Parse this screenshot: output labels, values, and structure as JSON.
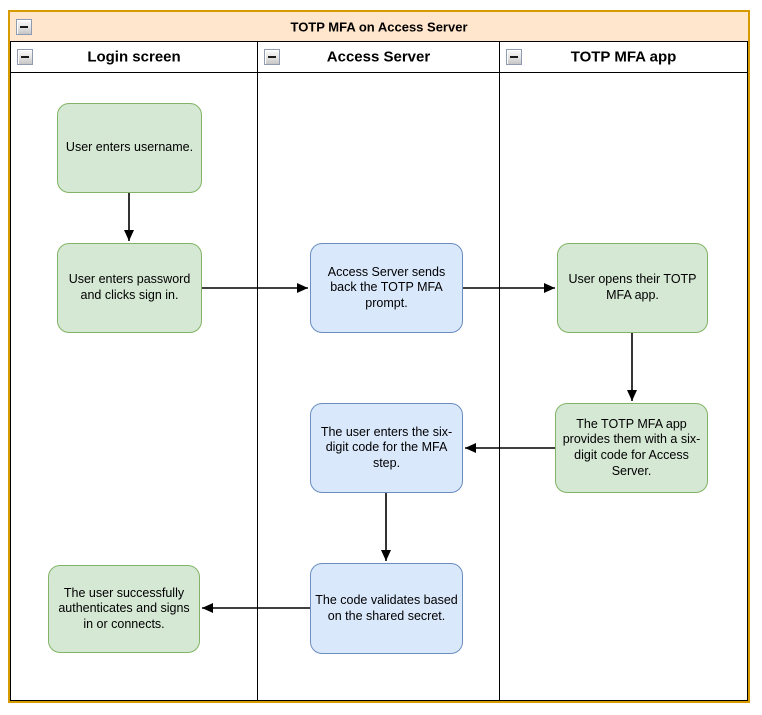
{
  "diagram": {
    "pool": {
      "title": "TOTP MFA on Access Server",
      "collapse_icon": "collapse-minus-icon",
      "title_bg": "#FFE6CC",
      "border_color": "#D79B00"
    },
    "lanes": [
      {
        "label": "Login screen",
        "collapse_icon": "collapse-minus-icon"
      },
      {
        "label": "Access Server",
        "collapse_icon": "collapse-minus-icon"
      },
      {
        "label": "TOTP MFA app",
        "collapse_icon": "collapse-minus-icon"
      }
    ],
    "nodes": [
      {
        "text": "User enters username.",
        "lane": "Login screen",
        "style": "green"
      },
      {
        "text": "User enters password and clicks sign in.",
        "lane": "Login screen",
        "style": "green"
      },
      {
        "text": "Access Server sends back the TOTP MFA prompt.",
        "lane": "Access Server",
        "style": "blue"
      },
      {
        "text": "User opens their TOTP MFA app.",
        "lane": "TOTP MFA app",
        "style": "green"
      },
      {
        "text": "The TOTP MFA app provides them with a six-digit code for Access Server.",
        "lane": "TOTP MFA app",
        "style": "green"
      },
      {
        "text": "The user enters the six-digit code for the MFA step.",
        "lane": "Access Server",
        "style": "blue"
      },
      {
        "text": "The code validates based on the shared secret.",
        "lane": "Access Server",
        "style": "blue"
      },
      {
        "text": "The user successfully authenticates and signs in or connects.",
        "lane": "Login screen",
        "style": "green"
      }
    ],
    "edges": [
      {
        "from": 0,
        "to": 1
      },
      {
        "from": 1,
        "to": 2
      },
      {
        "from": 2,
        "to": 3
      },
      {
        "from": 3,
        "to": 4
      },
      {
        "from": 4,
        "to": 5
      },
      {
        "from": 5,
        "to": 6
      },
      {
        "from": 6,
        "to": 7
      }
    ],
    "colors": {
      "green_fill": "#D5E8D4",
      "green_border": "#82B366",
      "blue_fill": "#DAE8FC",
      "blue_border": "#6C8EBF",
      "lane_border": "#000000",
      "arrow": "#000000"
    }
  }
}
